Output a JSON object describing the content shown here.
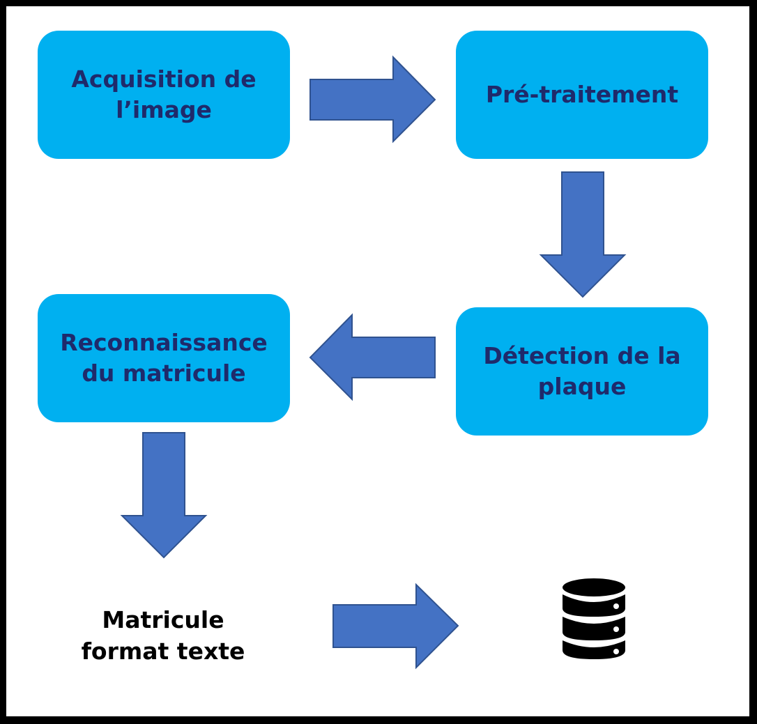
{
  "diagram": {
    "colors": {
      "box_fill": "#00b0f0",
      "box_text": "#1f2a6b",
      "arrow_fill": "#4472c4",
      "arrow_stroke": "#2f528f",
      "frame": "#000000",
      "background": "#ffffff"
    },
    "steps": [
      {
        "id": "acquisition",
        "label": "Acquisition de\nl’image"
      },
      {
        "id": "pretraitement",
        "label": "Pré-traitement"
      },
      {
        "id": "detection",
        "label": "Détection de la\nplaque"
      },
      {
        "id": "reconnaissance",
        "label": "Reconnaissance\ndu matricule"
      }
    ],
    "output": {
      "label": "Matricule\nformat texte",
      "icon": "database-icon"
    },
    "flow": [
      {
        "from": "acquisition",
        "to": "pretraitement",
        "direction": "right"
      },
      {
        "from": "pretraitement",
        "to": "detection",
        "direction": "down"
      },
      {
        "from": "detection",
        "to": "reconnaissance",
        "direction": "left"
      },
      {
        "from": "reconnaissance",
        "to": "output",
        "direction": "down"
      },
      {
        "from": "output",
        "to": "database",
        "direction": "right"
      }
    ]
  }
}
